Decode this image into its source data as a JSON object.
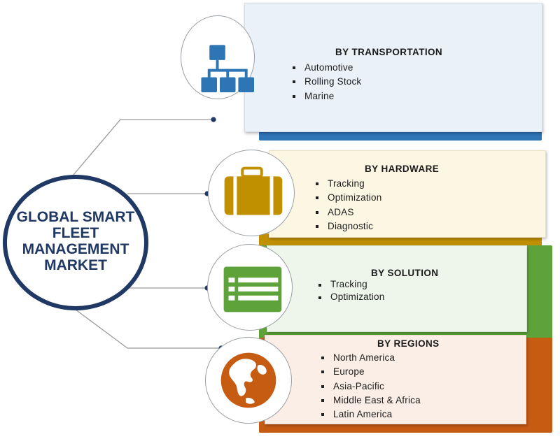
{
  "center": {
    "title": "GLOBAL SMART\nFLEET\nMANAGEMENT\nMARKET",
    "border_color": "#1f3864"
  },
  "segments": [
    {
      "title": "BY TRANSPORTATION",
      "items": [
        "Automotive",
        "Rolling Stock",
        "Marine"
      ],
      "icon": "hierarchy-icon",
      "accent_color": "#2e75b6",
      "panel_color": "#eaf1f8"
    },
    {
      "title": "BY HARDWARE",
      "items": [
        "Tracking",
        "Optimization",
        "ADAS",
        "Diagnostic"
      ],
      "icon": "briefcase-icon",
      "accent_color": "#c09000",
      "panel_color": "#fdf6e3"
    },
    {
      "title": "BY SOLUTION",
      "items": [
        "Tracking",
        "Optimization"
      ],
      "icon": "list-icon",
      "accent_color": "#5ea33a",
      "panel_color": "#eef5ea"
    },
    {
      "title": "BY REGIONS",
      "items": [
        "North America",
        "Europe",
        "Asia-Pacific",
        "Middle East & Africa",
        "Latin America"
      ],
      "icon": "globe-icon",
      "accent_color": "#c65b12",
      "panel_color": "#fbeee6"
    }
  ]
}
